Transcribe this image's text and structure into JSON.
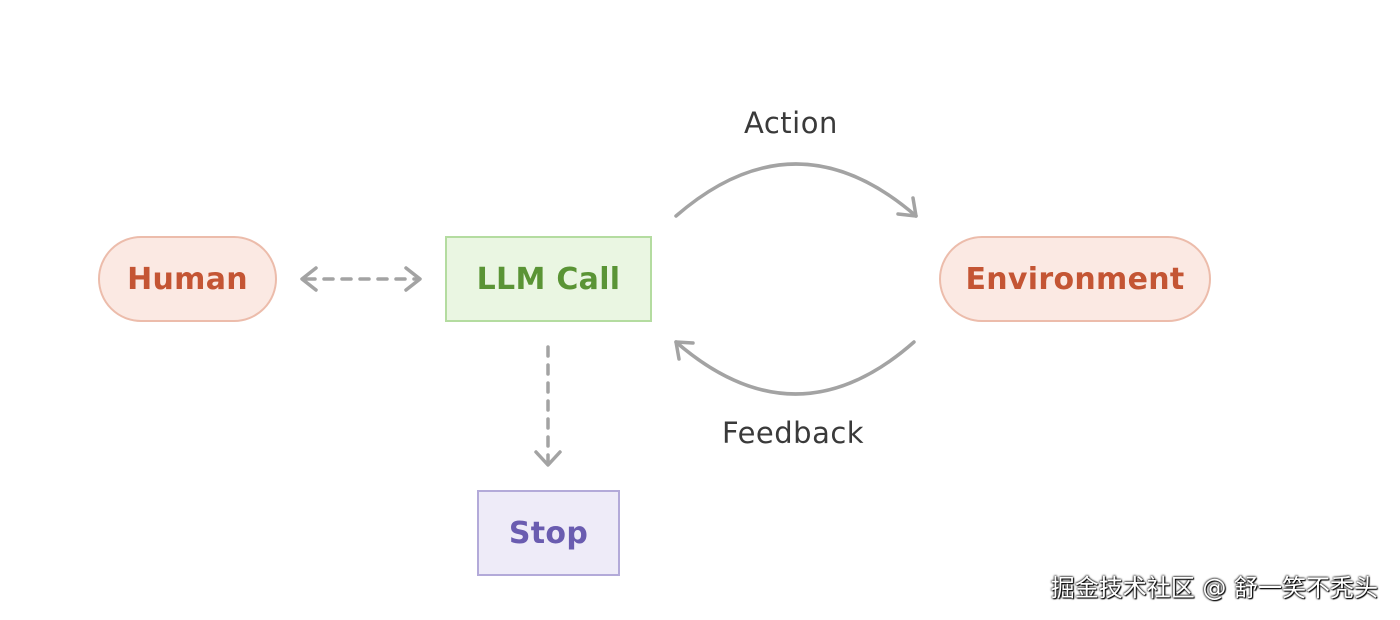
{
  "nodes": {
    "human": "Human",
    "llm": "LLM Call",
    "environment": "Environment",
    "stop": "Stop"
  },
  "edges": {
    "action": "Action",
    "feedback": "Feedback"
  },
  "watermark": "掘金技术社区 @ 舒一笑不秃头",
  "colors": {
    "human_env_text": "#c45534",
    "human_env_fill": "#fbe9e3",
    "llm_text": "#5a9435",
    "llm_fill": "#eaf6e2",
    "stop_text": "#6a5cb0",
    "stop_fill": "#eeebf8",
    "arrow": "#a3a3a3"
  }
}
